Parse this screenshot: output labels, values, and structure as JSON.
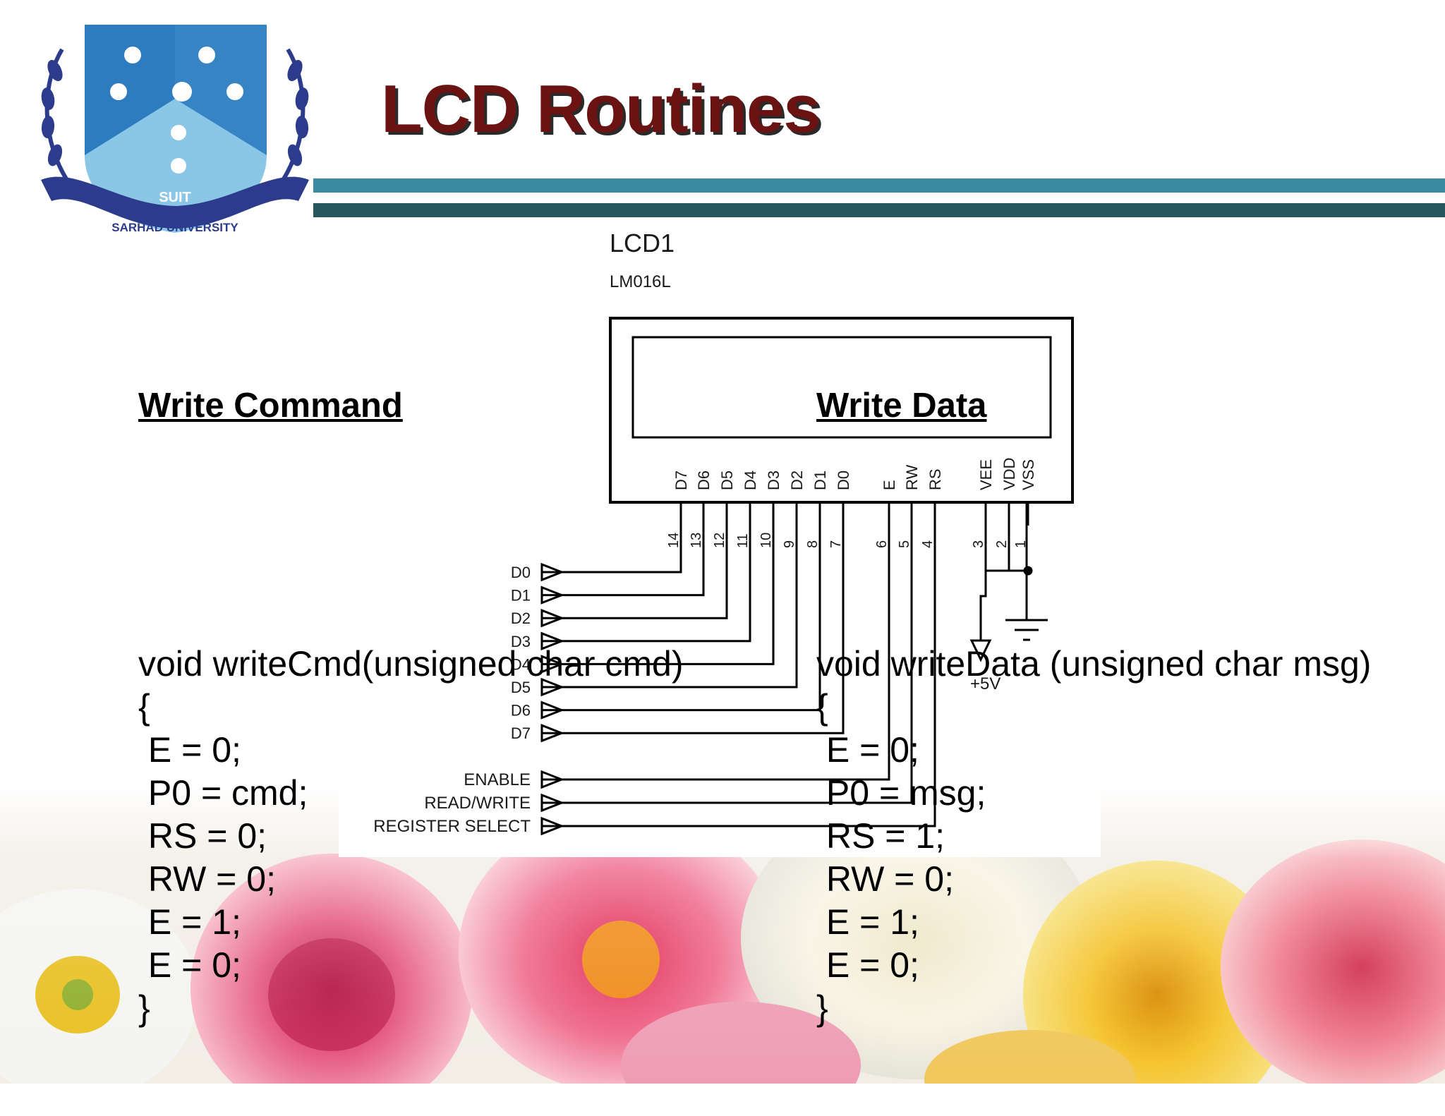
{
  "slide": {
    "title": "LCD Routines",
    "logo_text": {
      "top": "SUIT",
      "ring": "SARHAD UNIVERSITY"
    }
  },
  "left_code": {
    "heading": "Write Command",
    "lines": [
      "void writeCmd(unsigned char cmd)",
      "{",
      " E = 0;",
      " P0 = cmd;",
      " RS = 0;",
      " RW = 0;",
      " E = 1;",
      " E = 0;",
      "}"
    ]
  },
  "right_code": {
    "heading": "Write Data",
    "lines": [
      "void writeData (unsigned char msg)",
      "{",
      " E = 0;",
      " P0 = msg;",
      " RS = 1;",
      " RW = 0;",
      " E = 1;",
      " E = 0;",
      "}"
    ]
  },
  "schematic": {
    "component_name": "LCD1",
    "component_model": "LM016L",
    "top_pins": [
      "D7",
      "D6",
      "D5",
      "D4",
      "D3",
      "D2",
      "D1",
      "D0",
      "E",
      "RW",
      "RS",
      "VEE",
      "VDD",
      "VSS"
    ],
    "pin_numbers": [
      "14",
      "13",
      "12",
      "11",
      "10",
      "9",
      "8",
      "7",
      "6",
      "5",
      "4",
      "3",
      "2",
      "1"
    ],
    "data_inputs": [
      "D0",
      "D1",
      "D2",
      "D3",
      "D4",
      "D5",
      "D6",
      "D7"
    ],
    "control_inputs": [
      "ENABLE",
      "READ/WRITE",
      "REGISTER SELECT"
    ],
    "power_label": "+5V"
  },
  "colors": {
    "title": "#6b1212",
    "bar_light": "#3a8aa0",
    "bar_dark": "#26575f"
  }
}
